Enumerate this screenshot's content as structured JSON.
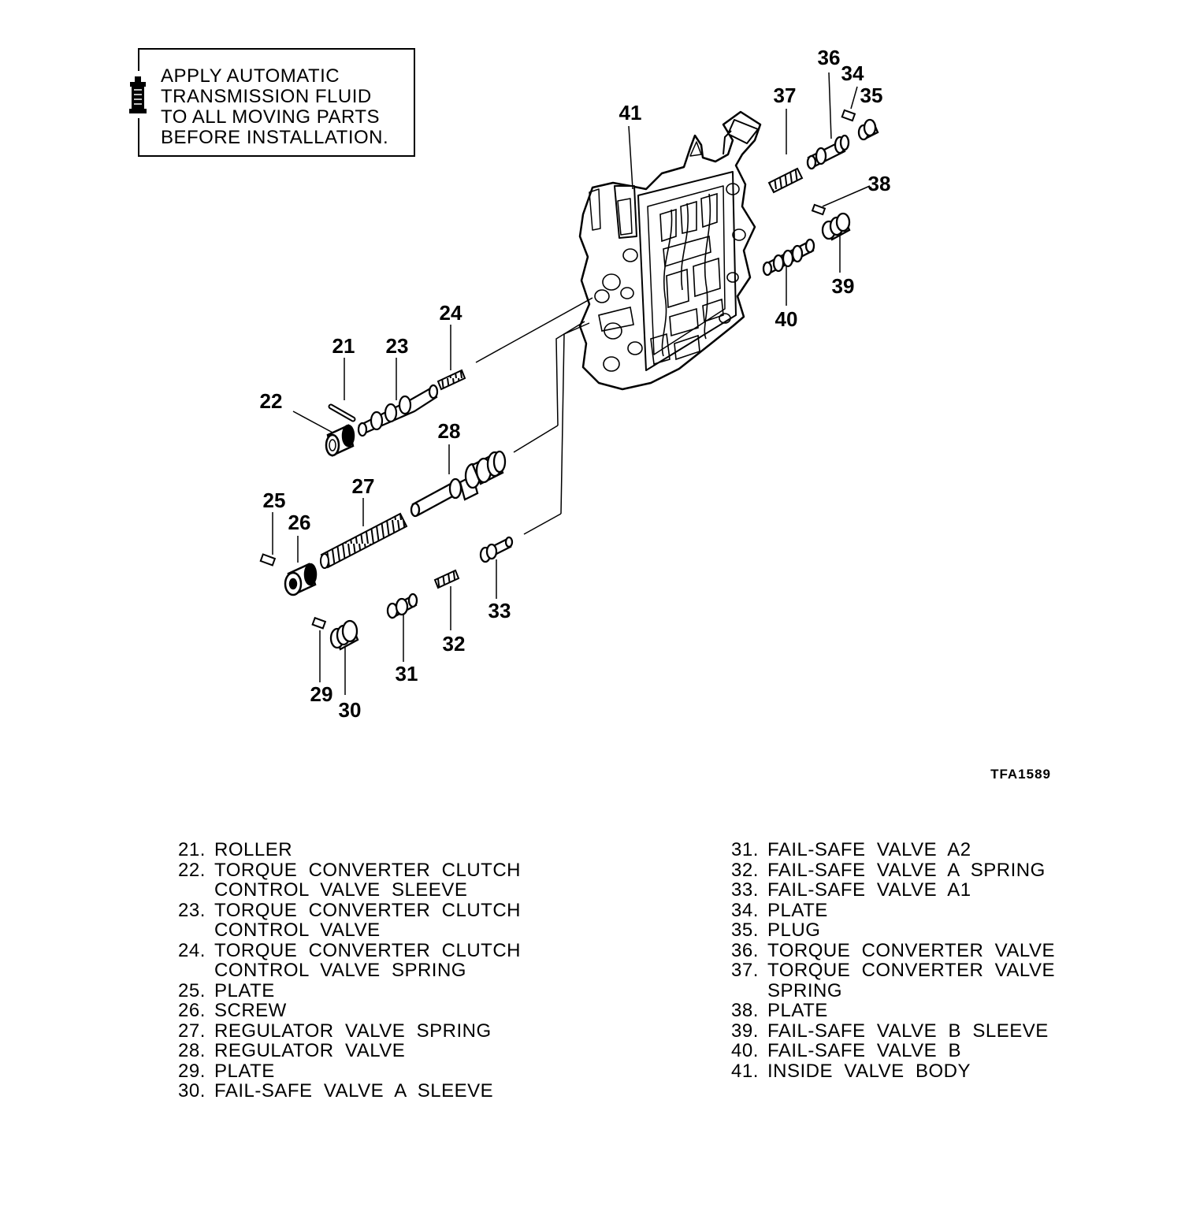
{
  "notice": {
    "lines": [
      "APPLY AUTOMATIC",
      "TRANSMISSION FLUID",
      "TO ALL MOVING PARTS",
      "BEFORE INSTALLATION."
    ],
    "icon": "fluid-bottle-icon"
  },
  "figure_code": "TFA1589",
  "callouts": {
    "c21": "21",
    "c22": "22",
    "c23": "23",
    "c24": "24",
    "c25": "25",
    "c26": "26",
    "c27": "27",
    "c28": "28",
    "c29": "29",
    "c30": "30",
    "c31": "31",
    "c32": "32",
    "c33": "33",
    "c34": "34",
    "c35": "35",
    "c36": "36",
    "c37": "37",
    "c38": "38",
    "c39": "39",
    "c40": "40",
    "c41": "41"
  },
  "legend_left": [
    {
      "num": "21.",
      "text": "ROLLER"
    },
    {
      "num": "22.",
      "text": "TORQUE  CONVERTER  CLUTCH\nCONTROL  VALVE  SLEEVE"
    },
    {
      "num": "23.",
      "text": "TORQUE  CONVERTER  CLUTCH\nCONTROL  VALVE"
    },
    {
      "num": "24.",
      "text": "TORQUE  CONVERTER  CLUTCH\nCONTROL  VALVE  SPRING"
    },
    {
      "num": "25.",
      "text": "PLATE"
    },
    {
      "num": "26.",
      "text": "SCREW"
    },
    {
      "num": "27.",
      "text": "REGULATOR  VALVE  SPRING"
    },
    {
      "num": "28.",
      "text": "REGULATOR  VALVE"
    },
    {
      "num": "29.",
      "text": "PLATE"
    },
    {
      "num": "30.",
      "text": "FAIL-SAFE  VALVE  A  SLEEVE"
    }
  ],
  "legend_right": [
    {
      "num": "31.",
      "text": "FAIL-SAFE  VALVE  A2"
    },
    {
      "num": "32.",
      "text": "FAIL-SAFE  VALVE  A  SPRING"
    },
    {
      "num": "33.",
      "text": "FAIL-SAFE  VALVE  A1"
    },
    {
      "num": "34.",
      "text": "PLATE"
    },
    {
      "num": "35.",
      "text": "PLUG"
    },
    {
      "num": "36.",
      "text": "TORQUE  CONVERTER  VALVE"
    },
    {
      "num": "37.",
      "text": "TORQUE  CONVERTER  VALVE\nSPRING"
    },
    {
      "num": "38.",
      "text": "PLATE"
    },
    {
      "num": "39.",
      "text": "FAIL-SAFE  VALVE  B  SLEEVE"
    },
    {
      "num": "40.",
      "text": "FAIL-SAFE  VALVE  B"
    },
    {
      "num": "41.",
      "text": "INSIDE  VALVE  BODY"
    }
  ]
}
